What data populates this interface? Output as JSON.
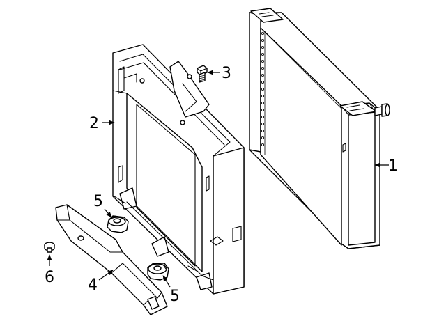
{
  "callouts": [
    {
      "id": "1",
      "text": "1"
    },
    {
      "id": "2",
      "text": "2"
    },
    {
      "id": "3",
      "text": "3"
    },
    {
      "id": "4",
      "text": "4"
    },
    {
      "id": "5a",
      "text": "5"
    },
    {
      "id": "5b",
      "text": "5"
    },
    {
      "id": "6",
      "text": "6"
    }
  ],
  "colors": {
    "line": "#000000",
    "background": "#ffffff"
  }
}
